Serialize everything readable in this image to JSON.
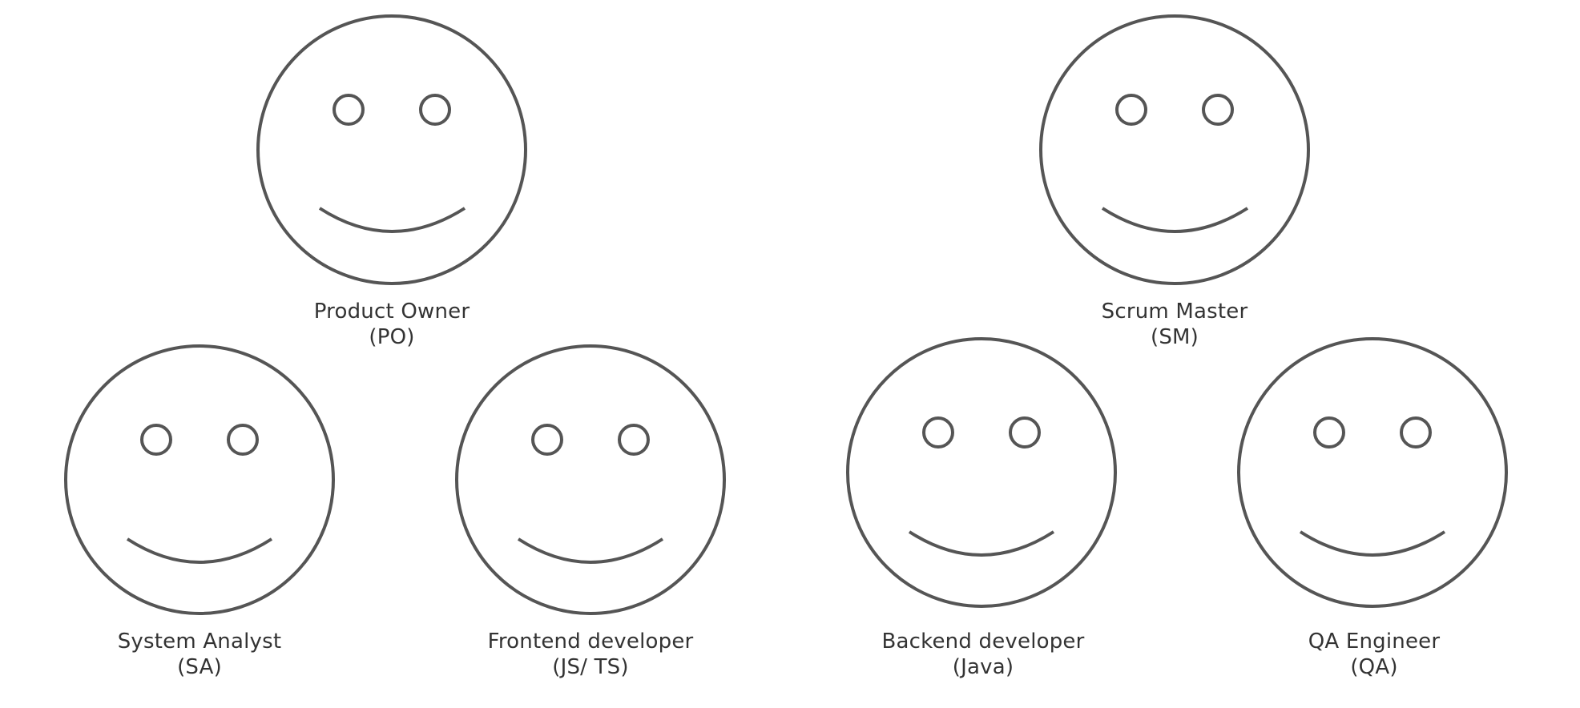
{
  "roles": [
    {
      "name": "Product Owner",
      "abbr": "(PO)"
    },
    {
      "name": "Scrum Master",
      "abbr": "(SM)"
    },
    {
      "name": "System Analyst",
      "abbr": "(SA)"
    },
    {
      "name": "Frontend developer",
      "abbr": "(JS/ TS)"
    },
    {
      "name": "Backend developer",
      "abbr": "(Java)"
    },
    {
      "name": "QA Engineer",
      "abbr": "(QA)"
    }
  ],
  "icon": "smiley-face-icon",
  "colors": {
    "stroke": "#555555",
    "text": "#333333",
    "background": "#ffffff"
  }
}
